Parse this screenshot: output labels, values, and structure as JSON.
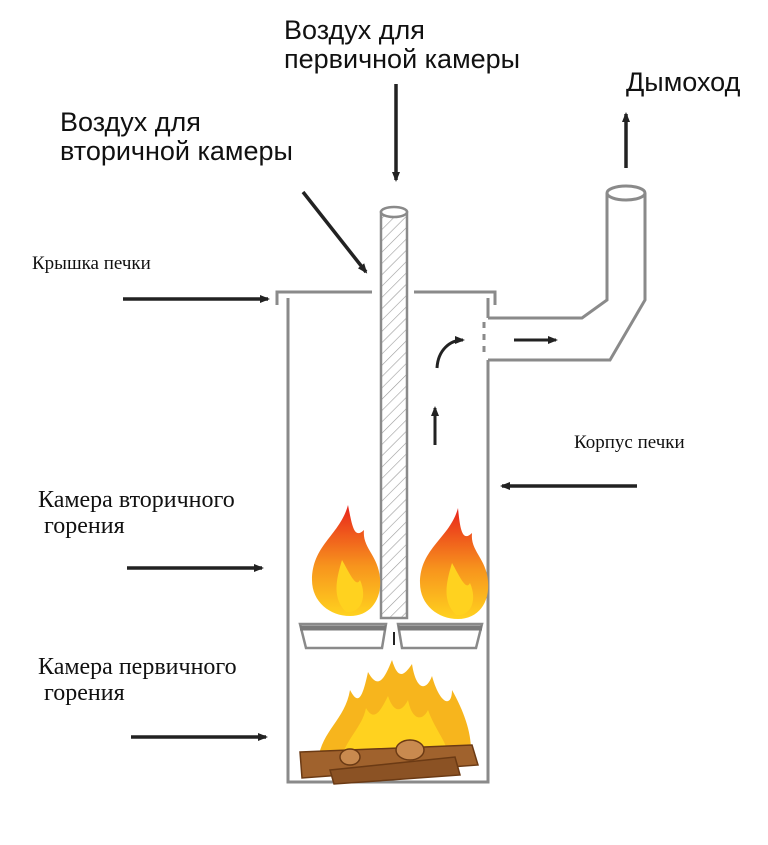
{
  "labels": {
    "air_primary": [
      "Воздух для",
      "первичной камеры"
    ],
    "air_secondary": [
      "Воздух для",
      "вторичной камеры"
    ],
    "chimney": "Дымоход",
    "lid": "Крышка печки",
    "body": "Корпус печки",
    "secondary_chamber": [
      "Камера вторичного",
      "горения"
    ],
    "primary_chamber": [
      "Камера первичного",
      "горения"
    ]
  },
  "colors": {
    "line": "#8a8a8a",
    "arrow": "#222222",
    "flame_outer": "#e8231c",
    "flame_mid": "#f7941d",
    "flame_inner": "#ffd21f",
    "log": "#a0622d"
  }
}
